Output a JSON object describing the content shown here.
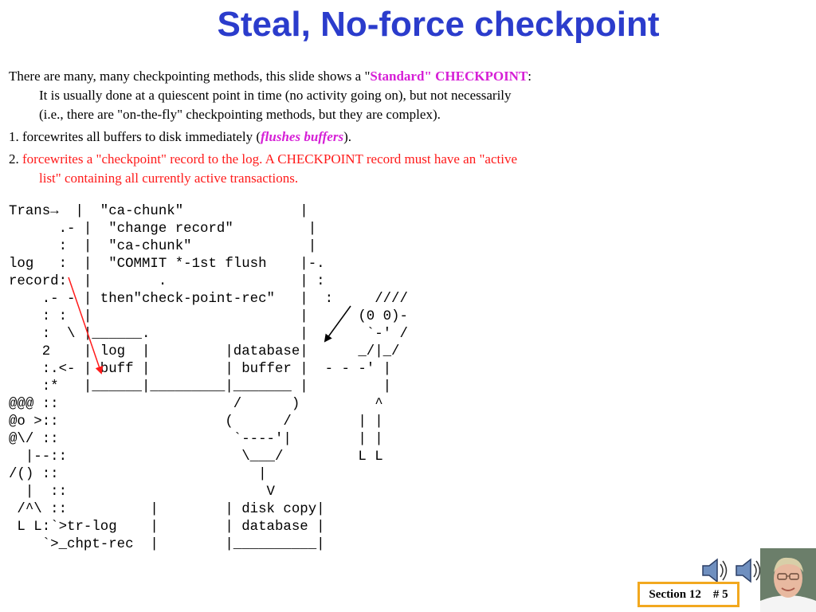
{
  "slide": {
    "title": "Steal, No-force checkpoint",
    "intro": {
      "line1_pre": "There are many, many checkpointing methods, this  slide shows a \"",
      "line1_highlight": "Standard\" CHECKPOINT",
      "line1_post": ":",
      "line2": "It is usually done at a quiescent point in time (no activity going on), but not necessarily",
      "line3": "(i.e., there are \"on-the-fly\" checkpointing methods, but they are complex)."
    },
    "step1": {
      "pre": "1. forcewrites all buffers to disk immediately (",
      "highlight": "flushes buffers",
      "post": ")."
    },
    "step2": {
      "number": "2. ",
      "line1": "forcewrites a \"checkpoint\" record to the log.   A CHECKPOINT record must have an \"active",
      "line2": "list\" containing  all currently active transactions."
    },
    "ascii_diagram": [
      "Trans→  |  \"ca-chunk\"              |",
      "      .- |  \"change record\"         |",
      "      :  |  \"ca-chunk\"              |",
      "log   :  |  \"COMMIT *-1st flush    |-.",
      "record:  |        .                | :",
      "    .- - | then\"check-point-rec\"   |  :     ////",
      "    : :  |                         |      (0 0)-",
      "    :  \\ |______.                  |       `-' /",
      "    2    | log  |         |database|      _/|_/",
      "    :.<- | buff |         | buffer |  - - -' |",
      "    :*   |______|_________|_______ |         |",
      "@@@ ::                     /      )         ^",
      "@o >::                    (      /        | |",
      "@\\/ ::                     `----'|        | |",
      "  |--::                     \\___/         L L",
      "/() ::                        |",
      "  |  ::                        V",
      " /^\\ ::          |        | disk copy|",
      " L L:`>tr-log    |        | database |",
      "    `>_chpt-rec  |        |__________|"
    ],
    "footer": {
      "section_label": "Section 12    # 5"
    },
    "colors": {
      "title": "#2b3ccc",
      "highlight": "#d61fd6",
      "emphasis": "#ff1a1a",
      "section_border": "#f2a81f"
    }
  }
}
